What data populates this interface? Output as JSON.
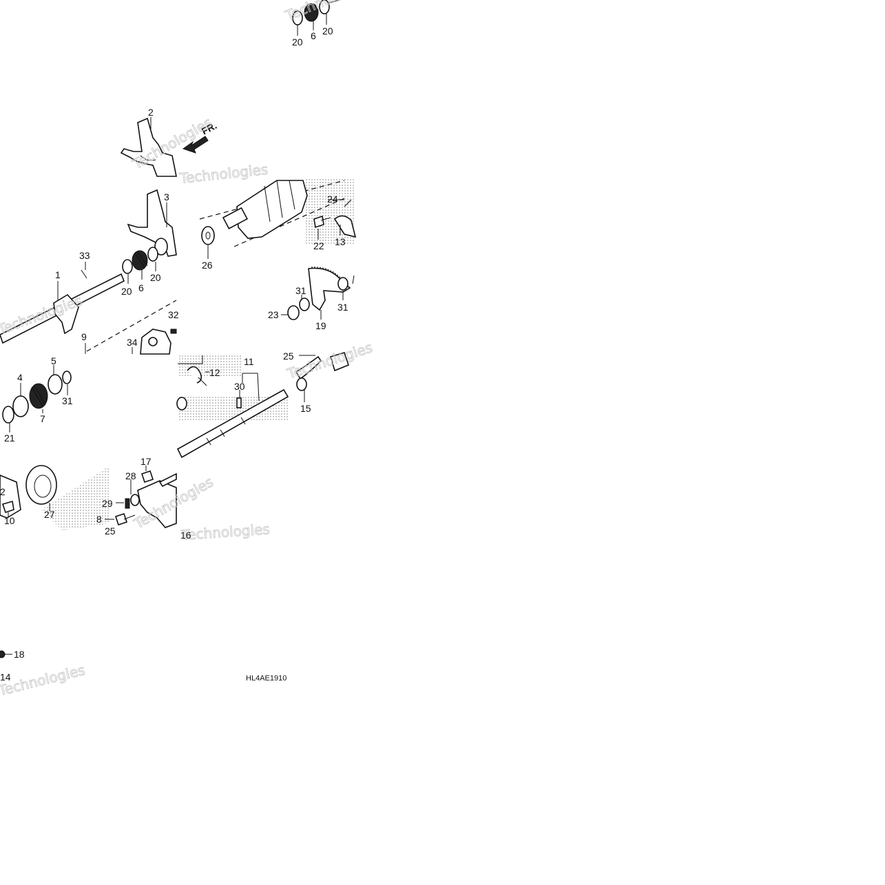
{
  "diagram": {
    "figure_code": "HL4AE1910",
    "direction_label": "FR.",
    "watermark": "Technologies",
    "callouts": [
      {
        "id": "c20a",
        "text": "20"
      },
      {
        "id": "c6a",
        "text": "6"
      },
      {
        "id": "c20b",
        "text": "20"
      },
      {
        "id": "c2",
        "text": "2"
      },
      {
        "id": "c3",
        "text": "3"
      },
      {
        "id": "c33",
        "text": "33"
      },
      {
        "id": "c1",
        "text": "1"
      },
      {
        "id": "c20c",
        "text": "20"
      },
      {
        "id": "c6b",
        "text": "6"
      },
      {
        "id": "c20d",
        "text": "20"
      },
      {
        "id": "c9",
        "text": "9"
      },
      {
        "id": "c34",
        "text": "34"
      },
      {
        "id": "c32",
        "text": "32"
      },
      {
        "id": "c24",
        "text": "24"
      },
      {
        "id": "c22",
        "text": "22"
      },
      {
        "id": "c13",
        "text": "13"
      },
      {
        "id": "c26",
        "text": "26"
      },
      {
        "id": "c31a",
        "text": "31"
      },
      {
        "id": "c31b",
        "text": "31"
      },
      {
        "id": "c23",
        "text": "23"
      },
      {
        "id": "c19",
        "text": "19"
      },
      {
        "id": "c5",
        "text": "5"
      },
      {
        "id": "c4",
        "text": "4"
      },
      {
        "id": "c31c",
        "text": "31"
      },
      {
        "id": "c7",
        "text": "7"
      },
      {
        "id": "c21",
        "text": "21"
      },
      {
        "id": "c11",
        "text": "11"
      },
      {
        "id": "c25a",
        "text": "25"
      },
      {
        "id": "c12",
        "text": "12"
      },
      {
        "id": "c30",
        "text": "30"
      },
      {
        "id": "c15",
        "text": "15"
      },
      {
        "id": "c17",
        "text": "17"
      },
      {
        "id": "c28",
        "text": "28"
      },
      {
        "id": "c29",
        "text": "29"
      },
      {
        "id": "c8",
        "text": "8"
      },
      {
        "id": "c25b",
        "text": "25"
      },
      {
        "id": "c2b",
        "text": "2"
      },
      {
        "id": "c10",
        "text": "10"
      },
      {
        "id": "c27",
        "text": "27"
      },
      {
        "id": "c16",
        "text": "16"
      },
      {
        "id": "c18",
        "text": "18"
      },
      {
        "id": "c14",
        "text": "14"
      }
    ]
  }
}
